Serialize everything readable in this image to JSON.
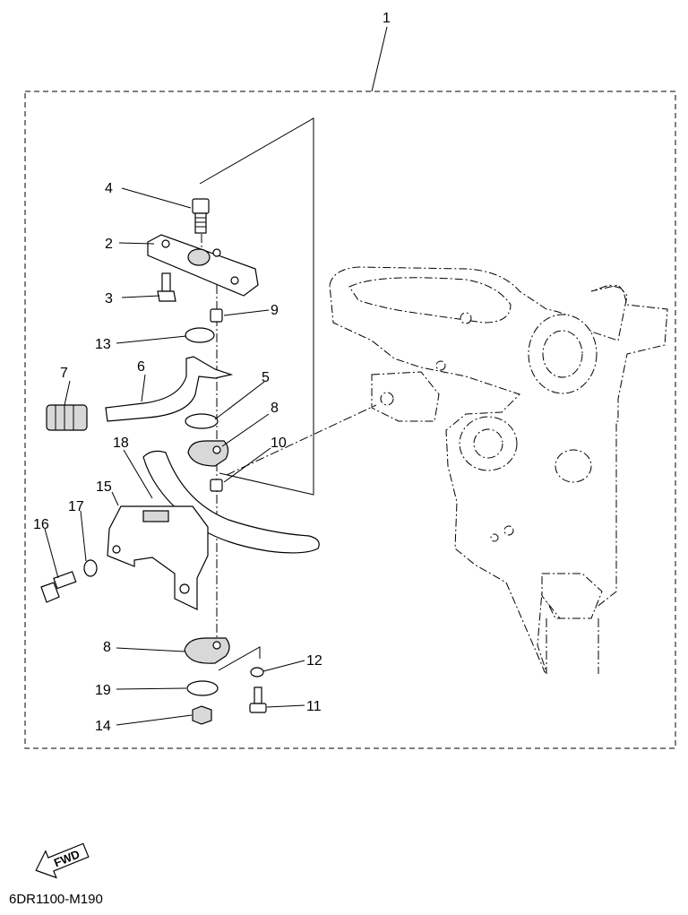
{
  "callouts": [
    "1",
    "2",
    "3",
    "4",
    "5",
    "6",
    "7",
    "8",
    "8",
    "9",
    "10",
    "11",
    "12",
    "13",
    "14",
    "15",
    "16",
    "17",
    "18",
    "19"
  ],
  "fwd_label": "FWD",
  "reference_code": "6DR1100-M190"
}
